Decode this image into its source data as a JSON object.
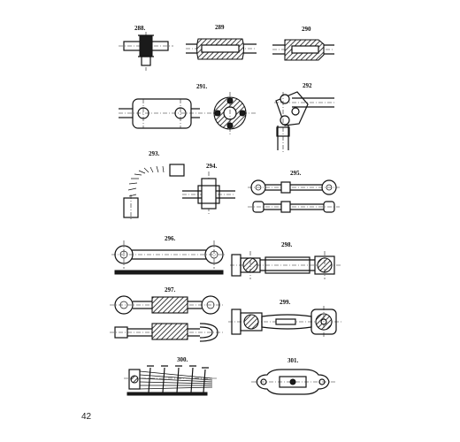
{
  "page": {
    "number": "42"
  },
  "figures": [
    {
      "id": "fig-288",
      "label": "288."
    },
    {
      "id": "fig-289",
      "label": "289"
    },
    {
      "id": "fig-290",
      "label": "290"
    },
    {
      "id": "fig-291",
      "label": "291."
    },
    {
      "id": "fig-292",
      "label": "292"
    },
    {
      "id": "fig-293",
      "label": "293."
    },
    {
      "id": "fig-294",
      "label": "294."
    },
    {
      "id": "fig-295",
      "label": "295."
    },
    {
      "id": "fig-296",
      "label": "296."
    },
    {
      "id": "fig-297",
      "label": "297."
    },
    {
      "id": "fig-298",
      "label": "298."
    },
    {
      "id": "fig-299",
      "label": "299."
    },
    {
      "id": "fig-300",
      "label": "300."
    },
    {
      "id": "fig-301",
      "label": "301."
    }
  ]
}
